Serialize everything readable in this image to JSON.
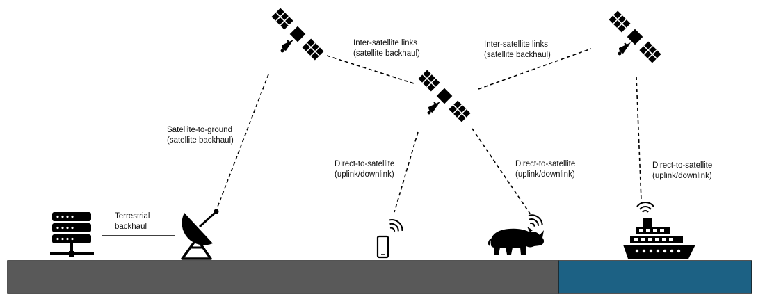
{
  "labels": {
    "isl_left": {
      "line1": "Inter-satellite links",
      "line2": "(satellite backhaul)"
    },
    "isl_right": {
      "line1": "Inter-satellite links",
      "line2": "(satellite backhaul)"
    },
    "sat_to_ground": {
      "line1": "Satellite-to-ground",
      "line2": "(satellite backhaul)"
    },
    "terrestrial": {
      "line1": "Terrestrial",
      "line2": "backhaul"
    },
    "d2s_phone": {
      "line1": "Direct-to-satellite",
      "line2": "(uplink/downlink)"
    },
    "d2s_rhino": {
      "line1": "Direct-to-satellite",
      "line2": "(uplink/downlink)"
    },
    "d2s_ship": {
      "line1": "Direct-to-satellite",
      "line2": "(uplink/downlink)"
    }
  },
  "nodes": {
    "satellites": [
      "satellite-icon",
      "satellite-icon",
      "satellite-icon"
    ],
    "server": "server-icon",
    "ground_station": "satellite-dish-icon",
    "phone": "smartphone-icon",
    "rhino": "rhino-icon",
    "ship": "cruise-ship-icon",
    "signal": "wifi-signal-icon"
  },
  "colors": {
    "land": "#595959",
    "sea": "#1c6184",
    "ink": "#000000"
  }
}
